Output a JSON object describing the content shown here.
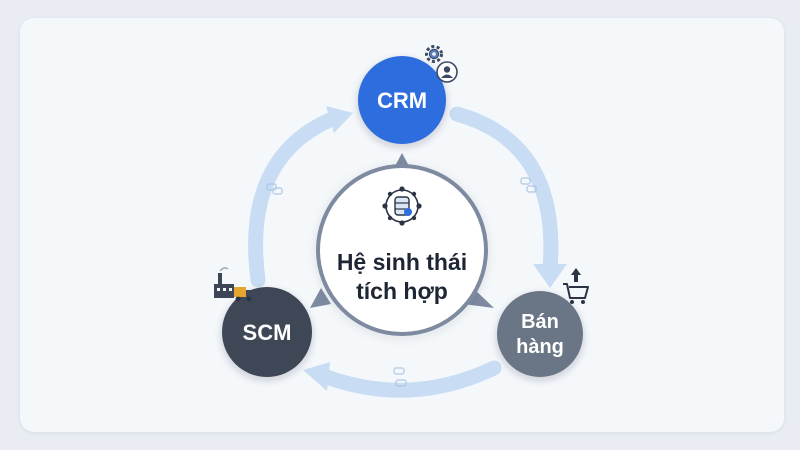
{
  "colors": {
    "background": "#e9edf3",
    "card": "#f5f8fb",
    "cycle_arrow": "#c8dcf4",
    "crm": "#2f6ddd",
    "sales": "#6b7686",
    "scm": "#3c4656",
    "hub_ring": "#7d8aa0"
  },
  "hub": {
    "line1": "Hệ sinh thái",
    "line2": "tích hợp",
    "icon": "database-network-icon"
  },
  "nodes": {
    "crm": {
      "label": "CRM",
      "icon": "gear-user-icon"
    },
    "sales": {
      "line1": "Bán",
      "line2": "hàng",
      "icon": "shopping-cart-upload-icon"
    },
    "scm": {
      "label": "SCM",
      "icon": "factory-truck-icon"
    }
  }
}
